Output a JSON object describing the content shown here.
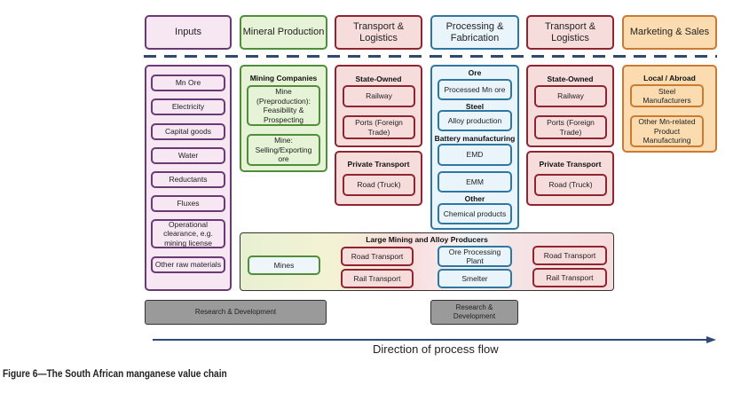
{
  "headers": [
    {
      "label": "Inputs"
    },
    {
      "label": "Mineral Production"
    },
    {
      "label": "Transport & Logistics"
    },
    {
      "label": "Processing & Fabrication"
    },
    {
      "label": "Transport & Logistics"
    },
    {
      "label": "Marketing & Sales"
    }
  ],
  "inputs": {
    "items": [
      "Mn Ore",
      "Electricity",
      "Capital goods",
      "Water",
      "Reductants",
      "Fluxes",
      "Operational clearance, e.g. mining license",
      "Other raw materials"
    ]
  },
  "mineral_production": {
    "group_label": "Mining Companies",
    "items": [
      "Mine (Preproduction): Feasibility & Prospecting",
      "Mine: Selling/Exporting ore"
    ]
  },
  "transport1": {
    "state_label": "State-Owned",
    "state_items": [
      "Railway",
      "Ports (Foreign Trade)"
    ],
    "private_label": "Private Transport",
    "private_items": [
      "Road (Truck)"
    ]
  },
  "processing": {
    "sections": [
      {
        "label": "Ore",
        "items": [
          "Processed Mn ore"
        ]
      },
      {
        "label": "Steel",
        "items": [
          "Alloy production"
        ]
      },
      {
        "label": "Battery manufacturing",
        "items": [
          "EMD",
          "EMM"
        ]
      },
      {
        "label": "Other",
        "items": [
          "Chemical products"
        ]
      }
    ]
  },
  "transport2": {
    "state_label": "State-Owned",
    "state_items": [
      "Railway",
      "Ports (Foreign Trade)"
    ],
    "private_label": "Private Transport",
    "private_items": [
      "Road (Truck)"
    ]
  },
  "marketing": {
    "group_label": "Local / Abroad",
    "items": [
      "Steel Manufacturers",
      "Other Mn-related Product Manufacturing"
    ]
  },
  "large_producers": {
    "label": "Large Mining and Alloy Producers",
    "mines": "Mines",
    "transport1": [
      "Road Transport",
      "Rail Transport"
    ],
    "processing": [
      "Ore Processing Plant",
      "Smelter"
    ],
    "transport2": [
      "Road Transport",
      "Rail Transport"
    ]
  },
  "rnd": [
    "Research & Development",
    "Research & Development"
  ],
  "flow_label": "Direction of process flow",
  "caption": "Figure 6—The South African manganese value chain"
}
